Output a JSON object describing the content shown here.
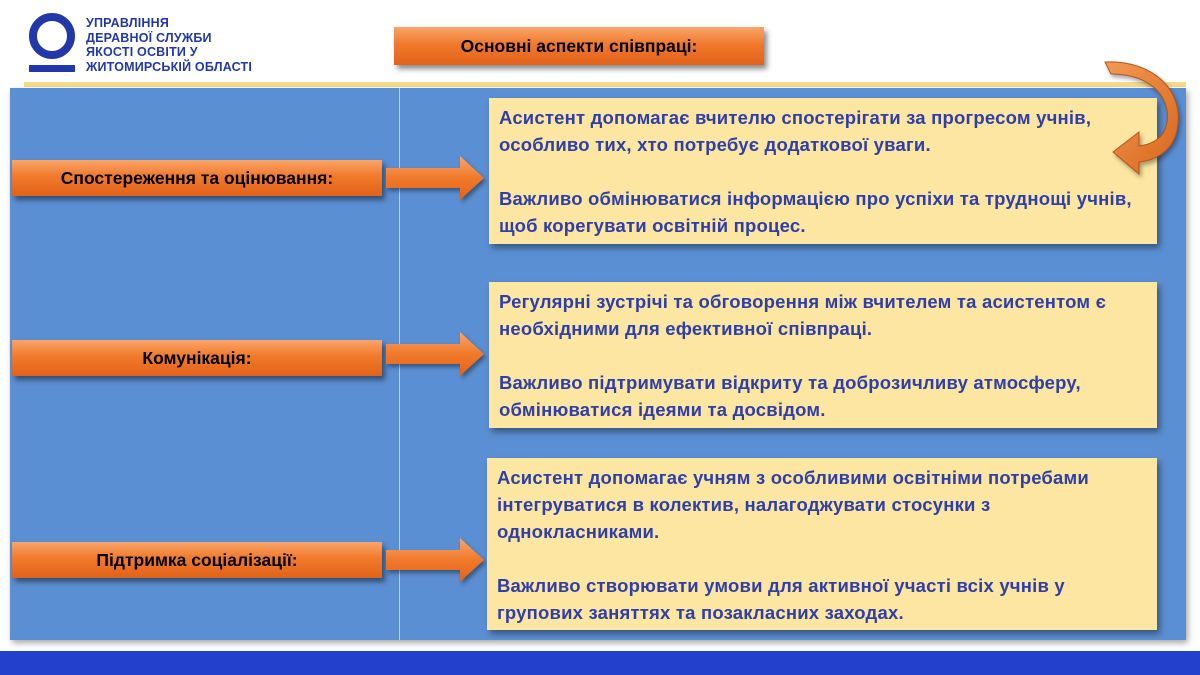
{
  "org": {
    "lines": [
      "УПРАВЛІННЯ",
      "ДЕРАВНОЇ СЛУЖБИ",
      "ЯКОСТІ ОСВІТИ У",
      "ЖИТОМИРСЬКІЙ ОБЛАСТІ"
    ]
  },
  "title": "Основні аспекти співпраці:",
  "sections": [
    {
      "label": "Спостереження та оцінювання:",
      "paragraphs": [
        "Асистент допомагає вчителю спостерігати за прогресом учнів, особливо тих, хто потребує додаткової уваги.",
        "Важливо обмінюватися інформацією про успіхи та труднощі учнів, щоб корегувати освітній процес."
      ]
    },
    {
      "label": "Комунікація:",
      "paragraphs": [
        "Регулярні зустрічі та обговорення між вчителем та асистентом є необхідними для ефективної співпраці.",
        "Важливо підтримувати відкриту та доброзичливу атмосферу, обмінюватися ідеями та досвідом."
      ]
    },
    {
      "label": "Підтримка соціалізації:",
      "paragraphs": [
        "Асистент допомагає учням з особливими освітніми потребами інтегруватися в колектив, налагоджувати стосунки з однокласниками.",
        "Важливо створювати умови для активної участі всіх учнів у групових заняттях та позакласних заходах."
      ]
    }
  ],
  "colors": {
    "panel": "#5b8fd3",
    "box": "#fde6a1",
    "box_text": "#2f3fa8",
    "orange": "#f07a2c",
    "brand_blue": "#2338a8",
    "bottom_bar": "#2340cc"
  },
  "icons": {
    "logo": "org-logo-icon",
    "arrows": "right-arrow-icon",
    "curl": "curved-arrow-icon"
  }
}
